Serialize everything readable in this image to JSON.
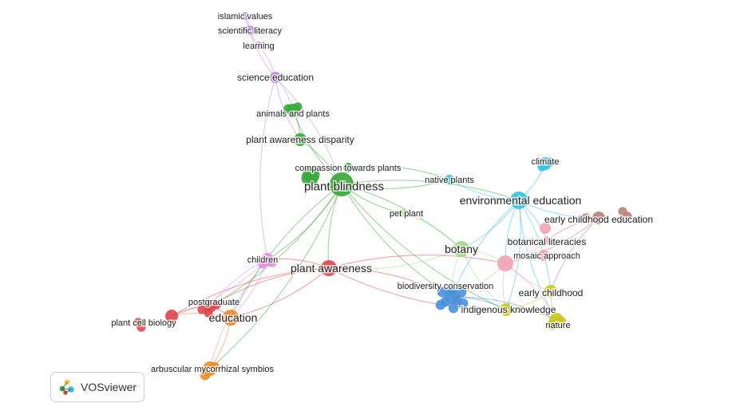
{
  "brand": {
    "name": "VOSviewer",
    "icon": "vosviewer-logo-icon"
  },
  "colors": {
    "purple": "#b98ce6",
    "green": "#3aa83a",
    "cyan": "#35c3df",
    "red": "#e0474c",
    "orange": "#f08a28",
    "blue": "#4a90d9",
    "yellow": "#c9c820",
    "brown": "#b9817a",
    "pink": "#f2a4b4",
    "lightgreen": "#9fdc85",
    "magenta": "#e58be0",
    "peach": "#f4c39b"
  },
  "nodes": [
    {
      "id": "islamic-values",
      "label": "islamic values",
      "cluster": "purple",
      "weight": 1
    },
    {
      "id": "scientific-literacy",
      "label": "scientific literacy",
      "cluster": "purple",
      "weight": 1
    },
    {
      "id": "learning",
      "label": "learning",
      "cluster": "purple",
      "weight": 1
    },
    {
      "id": "science-education",
      "label": "science education",
      "cluster": "purple",
      "weight": 2
    },
    {
      "id": "animals-and-plants",
      "label": "animals and plants",
      "cluster": "green",
      "weight": 2
    },
    {
      "id": "plant-awareness-disparity",
      "label": "plant awareness disparity",
      "cluster": "green",
      "weight": 2
    },
    {
      "id": "compassion-towards-plants",
      "label": "compassion towards plants",
      "cluster": "green",
      "weight": 1
    },
    {
      "id": "plant-blindness",
      "label": "plant blindness",
      "cluster": "green",
      "weight": 5
    },
    {
      "id": "pet-plant",
      "label": "pet plant",
      "cluster": "lightgreen",
      "weight": 1
    },
    {
      "id": "native-plants",
      "label": "native plants",
      "cluster": "cyan",
      "weight": 1
    },
    {
      "id": "climate",
      "label": "climate",
      "cluster": "cyan",
      "weight": 2
    },
    {
      "id": "environmental-education",
      "label": "environmental education",
      "cluster": "cyan",
      "weight": 3
    },
    {
      "id": "early-childhood-education",
      "label": "early childhood education",
      "cluster": "brown",
      "weight": 2
    },
    {
      "id": "botanical-literacies",
      "label": "botanical literacies",
      "cluster": "pink",
      "weight": 1
    },
    {
      "id": "mosaic-approach",
      "label": "mosaic approach",
      "cluster": "pink",
      "weight": 1
    },
    {
      "id": "botany",
      "label": "botany",
      "cluster": "lightgreen",
      "weight": 3
    },
    {
      "id": "children",
      "label": "children",
      "cluster": "magenta",
      "weight": 2
    },
    {
      "id": "plant-awareness",
      "label": "plant awareness",
      "cluster": "red",
      "weight": 3
    },
    {
      "id": "biodiversity-conservation",
      "label": "biodiversity conservation",
      "cluster": "blue",
      "weight": 3
    },
    {
      "id": "early-childhood",
      "label": "early childhood",
      "cluster": "yellow",
      "weight": 2
    },
    {
      "id": "indigenous-knowledge",
      "label": "indigenous knowledge",
      "cluster": "yellow",
      "weight": 2
    },
    {
      "id": "nature",
      "label": "nature",
      "cluster": "yellow",
      "weight": 2
    },
    {
      "id": "postgraduate",
      "label": "postgraduate",
      "cluster": "red",
      "weight": 2
    },
    {
      "id": "plant-cell-biology",
      "label": "plant cell biology",
      "cluster": "red",
      "weight": 2
    },
    {
      "id": "education",
      "label": "education",
      "cluster": "orange",
      "weight": 3
    },
    {
      "id": "arbuscular-mycorrhizal",
      "label": "arbuscular mycorrhizal symbios",
      "cluster": "orange",
      "weight": 2
    }
  ],
  "edges": [
    [
      "islamic-values",
      "scientific-literacy"
    ],
    [
      "scientific-literacy",
      "learning"
    ],
    [
      "learning",
      "science-education"
    ],
    [
      "islamic-values",
      "science-education"
    ],
    [
      "science-education",
      "animals-and-plants"
    ],
    [
      "science-education",
      "plant-awareness-disparity"
    ],
    [
      "science-education",
      "plant-blindness"
    ],
    [
      "science-education",
      "children"
    ],
    [
      "animals-and-plants",
      "plant-awareness-disparity"
    ],
    [
      "animals-and-plants",
      "plant-blindness"
    ],
    [
      "plant-awareness-disparity",
      "plant-blindness"
    ],
    [
      "compassion-towards-plants",
      "plant-blindness"
    ],
    [
      "compassion-towards-plants",
      "native-plants"
    ],
    [
      "plant-blindness",
      "native-plants"
    ],
    [
      "plant-blindness",
      "environmental-education"
    ],
    [
      "plant-blindness",
      "pet-plant"
    ],
    [
      "plant-blindness",
      "botany"
    ],
    [
      "plant-blindness",
      "plant-awareness"
    ],
    [
      "plant-blindness",
      "children"
    ],
    [
      "plant-blindness",
      "education"
    ],
    [
      "plant-blindness",
      "postgraduate"
    ],
    [
      "plant-blindness",
      "biodiversity-conservation"
    ],
    [
      "plant-blindness",
      "arbuscular-mycorrhizal"
    ],
    [
      "plant-blindness",
      "indigenous-knowledge"
    ],
    [
      "pet-plant",
      "botany"
    ],
    [
      "native-plants",
      "environmental-education"
    ],
    [
      "climate",
      "environmental-education"
    ],
    [
      "environmental-education",
      "early-childhood-education"
    ],
    [
      "environmental-education",
      "botanical-literacies"
    ],
    [
      "environmental-education",
      "mosaic-approach"
    ],
    [
      "environmental-education",
      "botany"
    ],
    [
      "environmental-education",
      "biodiversity-conservation"
    ],
    [
      "environmental-education",
      "early-childhood"
    ],
    [
      "environmental-education",
      "nature"
    ],
    [
      "environmental-education",
      "indigenous-knowledge"
    ],
    [
      "early-childhood-education",
      "botanical-literacies"
    ],
    [
      "early-childhood-education",
      "mosaic-approach"
    ],
    [
      "early-childhood-education",
      "early-childhood"
    ],
    [
      "botanical-literacies",
      "mosaic-approach"
    ],
    [
      "mosaic-approach",
      "early-childhood"
    ],
    [
      "mosaic-approach",
      "nature"
    ],
    [
      "mosaic-approach",
      "indigenous-knowledge"
    ],
    [
      "mosaic-approach",
      "biodiversity-conservation"
    ],
    [
      "botany",
      "biodiversity-conservation"
    ],
    [
      "botany",
      "plant-awareness"
    ],
    [
      "botany",
      "indigenous-knowledge"
    ],
    [
      "botany",
      "mosaic-approach"
    ],
    [
      "plant-awareness",
      "children"
    ],
    [
      "plant-awareness",
      "education"
    ],
    [
      "plant-awareness",
      "postgraduate"
    ],
    [
      "plant-awareness",
      "biodiversity-conservation"
    ],
    [
      "plant-awareness",
      "indigenous-knowledge"
    ],
    [
      "plant-awareness",
      "mosaic-approach"
    ],
    [
      "plant-awareness",
      "plant-cell-biology"
    ],
    [
      "children",
      "education"
    ],
    [
      "children",
      "postgraduate"
    ],
    [
      "children",
      "plant-cell-biology"
    ],
    [
      "postgraduate",
      "plant-cell-biology"
    ],
    [
      "postgraduate",
      "education"
    ],
    [
      "education",
      "plant-cell-biology"
    ],
    [
      "education",
      "arbuscular-mycorrhizal"
    ],
    [
      "children",
      "arbuscular-mycorrhizal"
    ],
    [
      "biodiversity-conservation",
      "indigenous-knowledge"
    ],
    [
      "indigenous-knowledge",
      "early-childhood"
    ],
    [
      "indigenous-knowledge",
      "nature"
    ],
    [
      "early-childhood",
      "nature"
    ],
    [
      "biodiversity-conservation",
      "nature"
    ]
  ]
}
